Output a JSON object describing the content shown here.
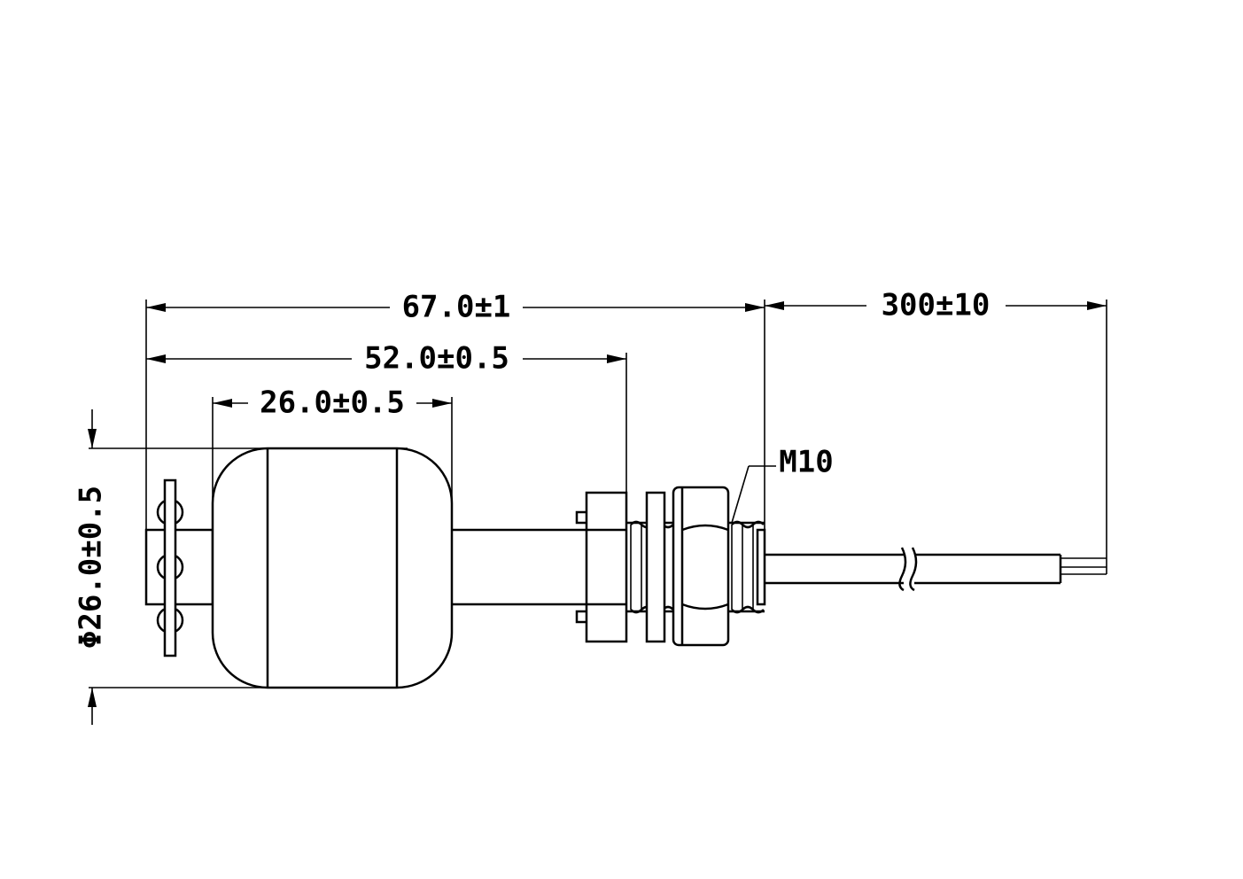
{
  "dimensions": {
    "overall_length": "67.0±1",
    "mount_length": "52.0±0.5",
    "float_length": "26.0±0.5",
    "float_diameter": "Φ26.0±0.5",
    "thread": "M10",
    "lead_length": "300±10"
  },
  "colors": {
    "line": "#000000",
    "background": "#ffffff"
  }
}
